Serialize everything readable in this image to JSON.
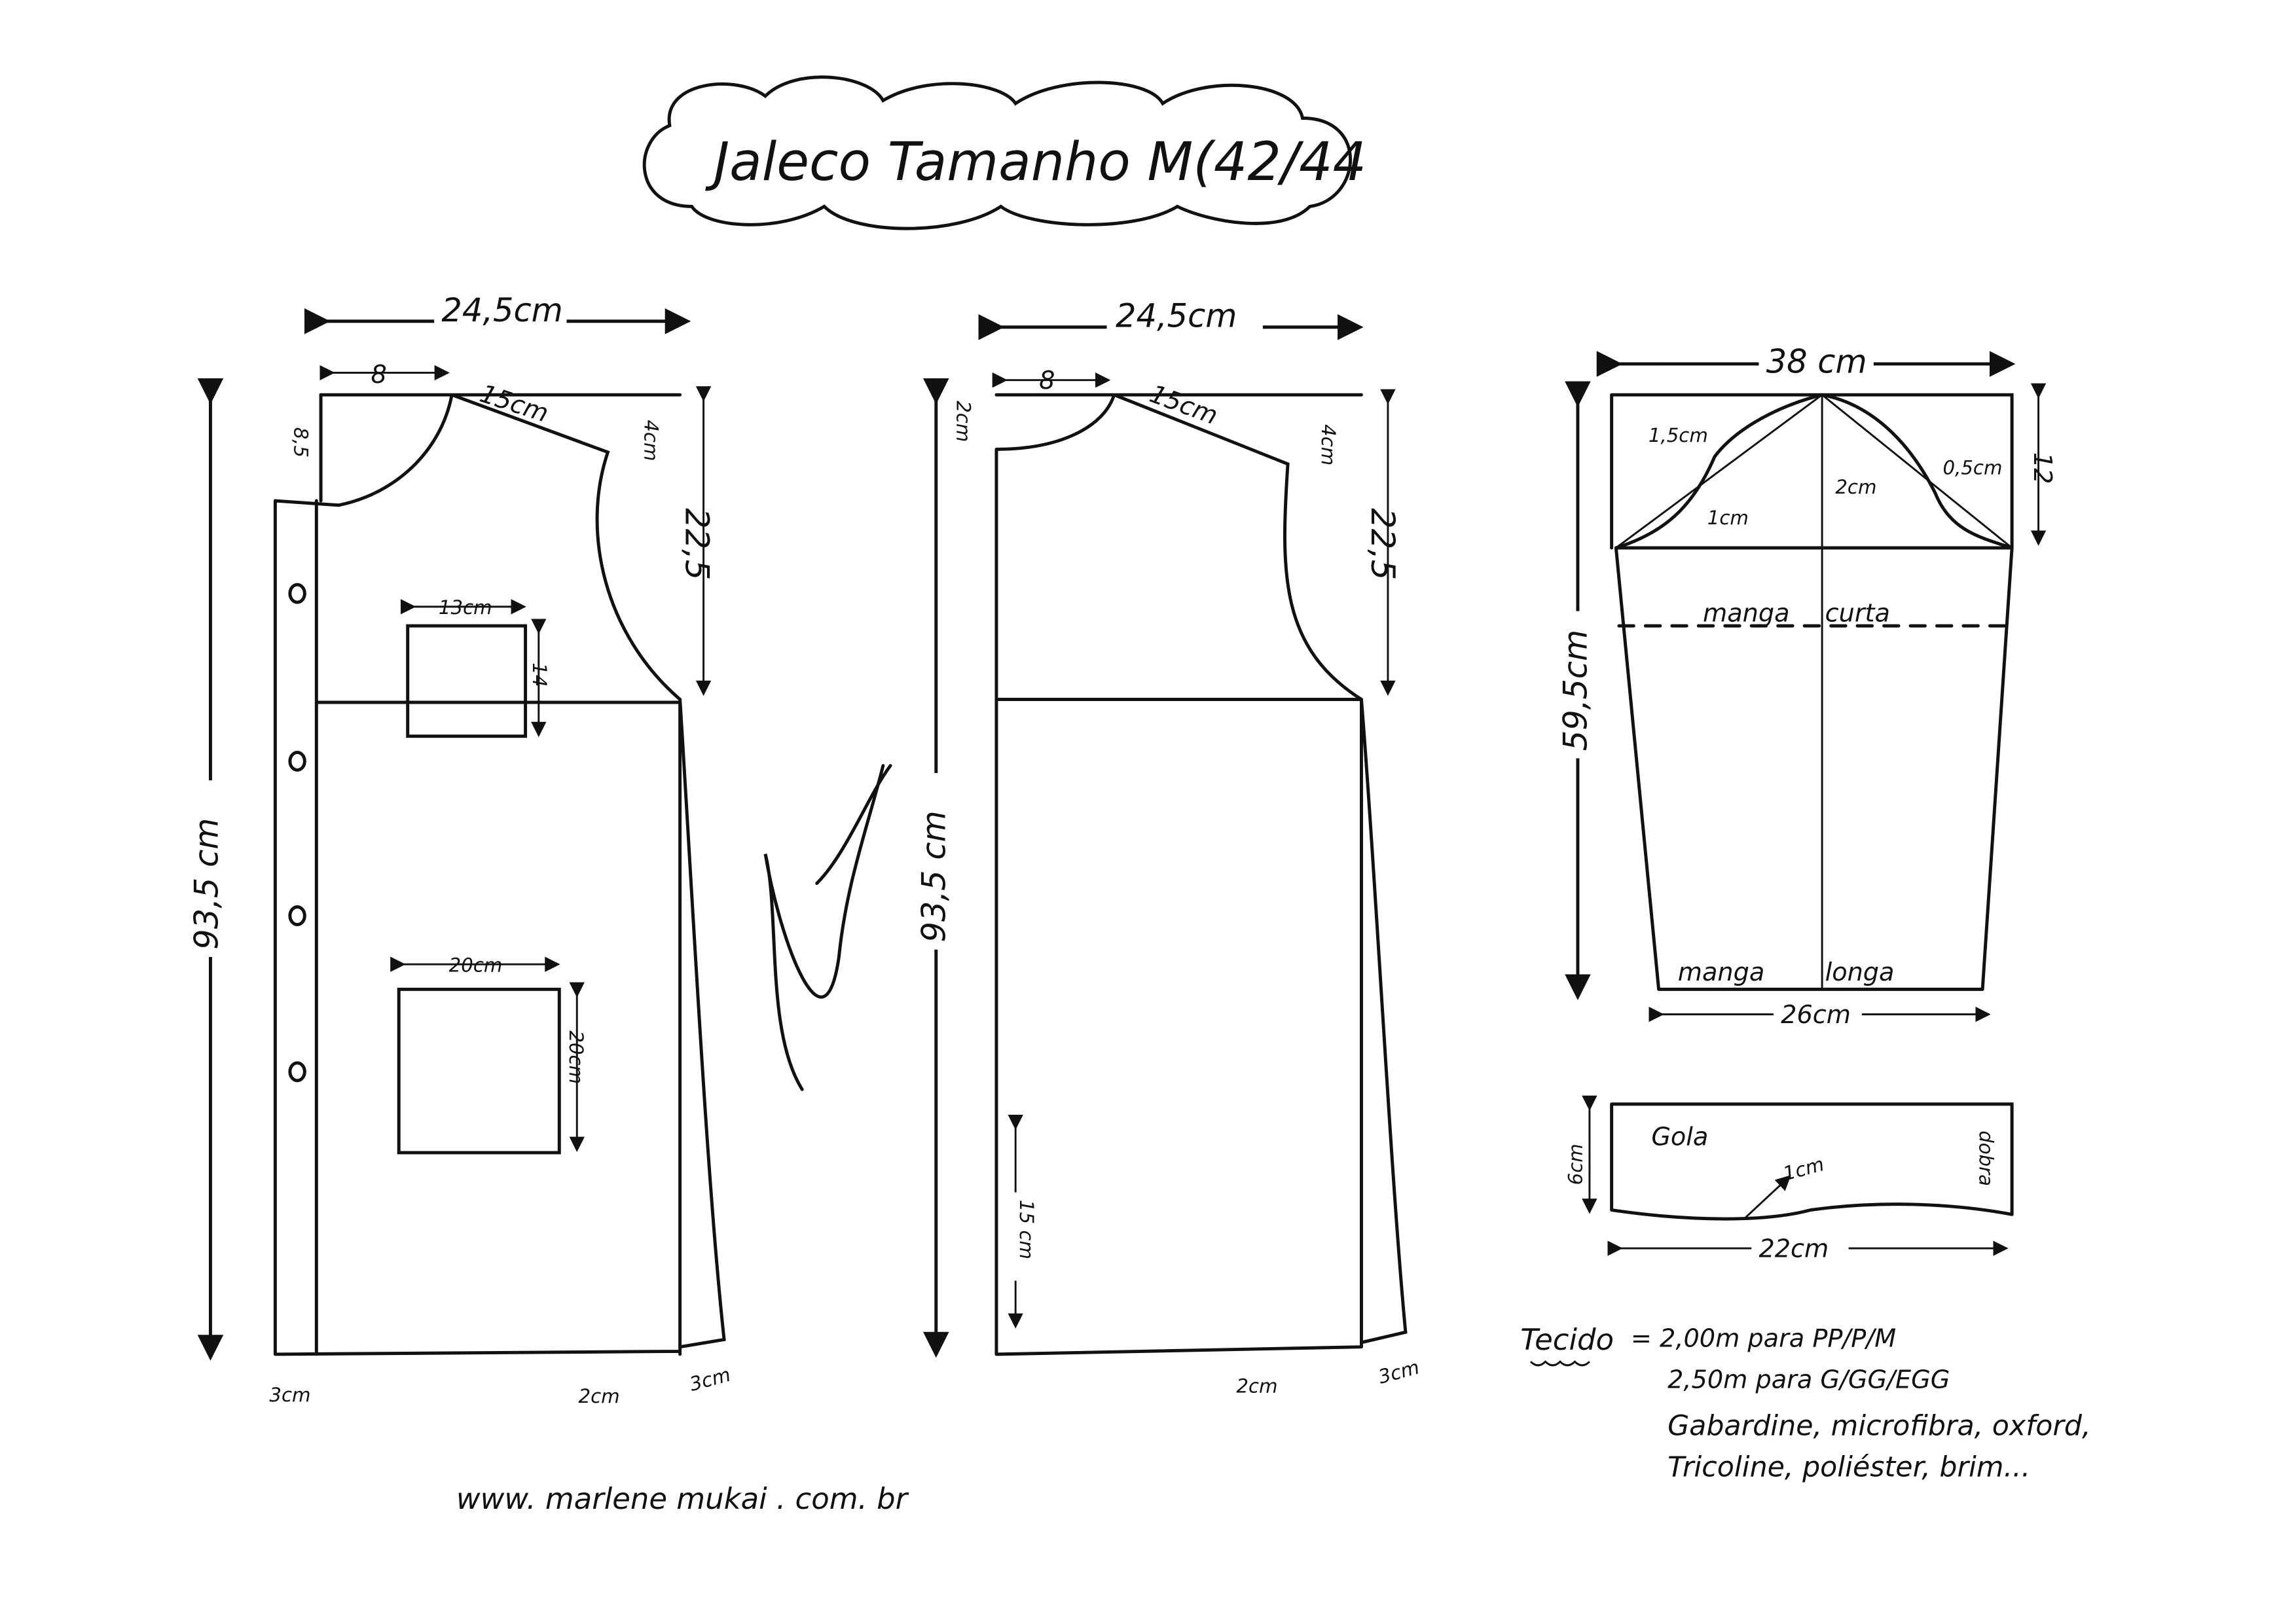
{
  "title": "Jaleco Tamanho M(42/44",
  "front": {
    "width": "24,5cm",
    "neck_width": "8",
    "shoulder": "15cm",
    "shoulder_drop": "4cm",
    "neck_depth": "8,5",
    "armhole_depth": "22,5",
    "length": "93,5 cm",
    "chest_pocket_width": "13cm",
    "chest_pocket_height": "14",
    "pocket_width": "20cm",
    "pocket_height": "20cm",
    "placket": "3cm",
    "hem_rise": "2cm",
    "side_flare": "3cm"
  },
  "back": {
    "width": "24,5cm",
    "neck_width": "8",
    "neck_depth": "2cm",
    "shoulder": "15cm",
    "shoulder_drop": "4cm",
    "armhole_depth": "22,5",
    "length": "93,5 cm",
    "slit": "15 cm",
    "hem_rise": "2cm",
    "side_flare": "3cm"
  },
  "sleeve": {
    "width": "38 cm",
    "cap_height": "12",
    "length": "59,5cm",
    "cap_a": "1,5cm",
    "cap_b": "1cm",
    "cap_c": "2cm",
    "cap_d": "0,5cm",
    "short_label_1": "manga",
    "short_label_2": "curta",
    "long_label_1": "manga",
    "long_label_2": "longa",
    "hem_width": "26cm"
  },
  "collar": {
    "label": "Gola",
    "height": "6cm",
    "curve": "1cm",
    "fold": "dobra",
    "width": "22cm"
  },
  "fabric": {
    "label": "Tecido",
    "line1": "= 2,00m  para  PP/P/M",
    "line2": "2,50m  para  G/GG/EGG",
    "line3": "Gabardine, microfibra, oxford,",
    "line4": "Tricoline, poliéster, brim..."
  },
  "signature": "Marlene Mukai",
  "website": "www. marlene mukai . com. br"
}
